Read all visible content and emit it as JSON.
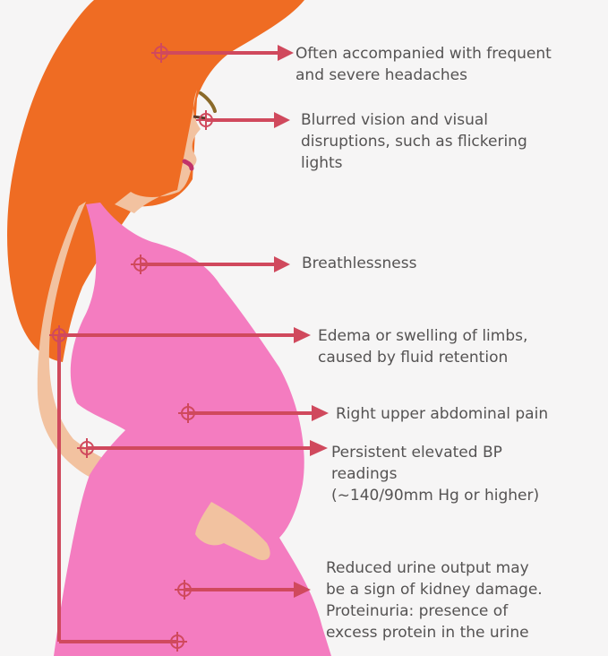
{
  "colors": {
    "hair": "#ef6c23",
    "skin": "#f2c2a0",
    "dress": "#f47cc0",
    "connector": "#d0495d",
    "text": "#555353",
    "background": "#f6f5f5"
  },
  "icons": {
    "marker": "crosshair-target-icon",
    "pointer": "arrowhead-icon"
  },
  "symptoms": [
    {
      "id": "headache",
      "text": "Often accompanied with frequent\nand severe headaches"
    },
    {
      "id": "vision",
      "text": "Blurred vision and visual\ndisruptions, such as flickering\nlights"
    },
    {
      "id": "breath",
      "text": "Breathlessness"
    },
    {
      "id": "edema",
      "text": "Edema or swelling of limbs,\ncaused by fluid retention"
    },
    {
      "id": "abdominal",
      "text": "Right upper abdominal pain"
    },
    {
      "id": "bp",
      "text": "Persistent elevated BP\nreadings\n(~140/90mm Hg or higher)"
    },
    {
      "id": "urine",
      "text": "Reduced urine output may\nbe a sign of kidney damage.\nProteinuria: presence of\nexcess protein in the urine"
    }
  ]
}
